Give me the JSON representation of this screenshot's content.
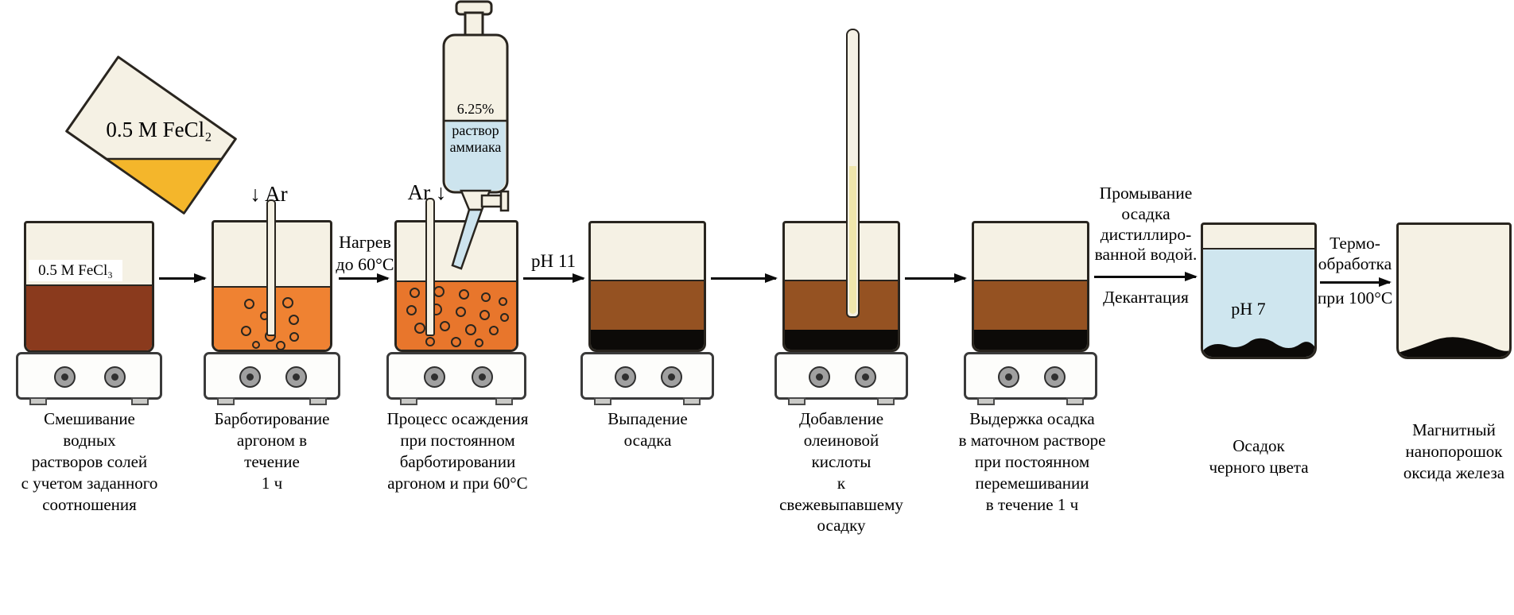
{
  "colors": {
    "glass": "#f5f1e4",
    "outline": "#29251f",
    "fecl3_solution": "#8a3a1d",
    "fecl2_solution": "#f4b62b",
    "argon_bubbling_solution": "#ef8232",
    "argon_heated_solution": "#e8762c",
    "mother_liquor": "#955222",
    "sediment_black": "#0c0a08",
    "ammonia_solution": "#cde4ee",
    "water_ph7": "#cfe6ef",
    "oleic_acid": "#efe6ac"
  },
  "labels": {
    "pour_beaker": "0.5 M FeCl₂",
    "beaker1_solution": "0.5 M FeCl₃",
    "argon_in_step2": "↓ Ar",
    "argon_in_step3": "Ar ↓",
    "heat_note": "Нагрев\nдо 60°C",
    "funnel_concentration": "6.25%",
    "funnel_solution": "раствор\nаммиака",
    "ph11_note": "pH 11",
    "wash_note": "Промывание\nосадка\nдистиллиро-\nванной водой.",
    "decant_note": "Декантация",
    "ph7_label": "pH 7",
    "thermo_note_top": "Термо-\nобработка",
    "thermo_note_bottom": "при 100°C"
  },
  "captions": {
    "step1": "Смешивание\nводных\nрастворов солей\nс учетом заданного\nсоотношения",
    "step2": "Барботирование\nаргоном в\nтечение\n1 ч",
    "step3": "Процесс осаждения\nпри постоянном\nбарботировании\nаргоном и при 60°C",
    "step4": "Выпадение\nосадка",
    "step5": "Добавление\nолеиновой\nкислоты\nк свежевыпавшему\nосадку",
    "step6": "Выдержка осадка\nв маточном растворе\nпри постоянном\nперемешивании\nв течение 1 ч",
    "step7": "Осадок\nчерного цвета",
    "step8": "Магнитный\nнанопорошок\nоксида железа"
  }
}
